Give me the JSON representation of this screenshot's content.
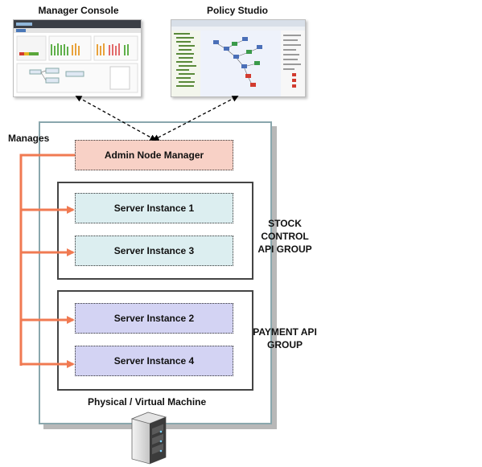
{
  "tools": {
    "manager_console": {
      "title": "Manager Console"
    },
    "policy_studio": {
      "title": "Policy Studio"
    }
  },
  "manages_label": "Manages",
  "machine": {
    "label": "Physical / Virtual Machine",
    "admin_node_manager": "Admin Node Manager"
  },
  "groups": [
    {
      "label": "STOCK CONTROL\nAPI GROUP",
      "instances": [
        "Server Instance 1",
        "Server Instance 3"
      ]
    },
    {
      "label": "PAYMENT API\nGROUP",
      "instances": [
        "Server Instance 2",
        "Server Instance 4"
      ]
    }
  ],
  "icons": {
    "server": "server-icon"
  },
  "colors": {
    "manage_arrow": "#f07a52",
    "admin_fill": "#f8d1c6",
    "stock_instance_fill": "#dceef0",
    "payment_instance_fill": "#d3d3f3",
    "machine_border": "#8aa7ad"
  }
}
